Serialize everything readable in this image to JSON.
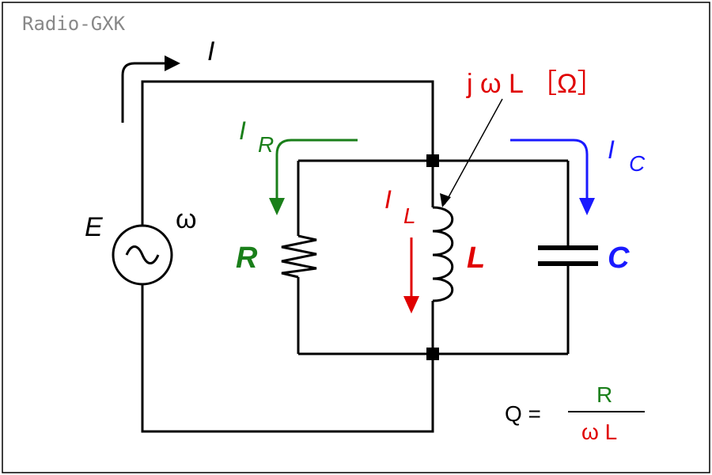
{
  "watermark": "Radio-GXK",
  "labels": {
    "source_voltage": "E",
    "omega": "ω",
    "total_current": "I",
    "current_r_main": "I",
    "current_r_sub": "R",
    "current_l_main": "I",
    "current_l_sub": "L",
    "current_c_main": "I",
    "current_c_sub": "C",
    "resistor": "R",
    "inductor": "L",
    "capacitor": "C",
    "impedance": "j ω L ［Ω］",
    "source_symbol": "~"
  },
  "formula": {
    "lhs": "Q =",
    "numerator": "R",
    "denominator": "ω L"
  },
  "colors": {
    "wire": "#000000",
    "resistor_branch": "#1a7f1a",
    "inductor_branch": "#e00000",
    "capacitor_branch": "#1a1aff",
    "watermark": "#888888"
  }
}
